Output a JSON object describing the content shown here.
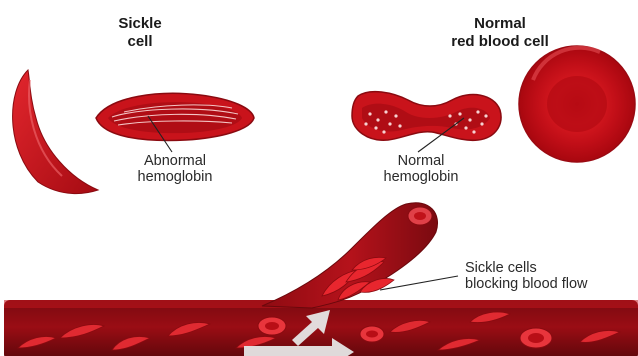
{
  "sickle_title": [
    "Sickle",
    "cell"
  ],
  "normal_title": [
    "Normal",
    "red blood cell"
  ],
  "abnormal_label": [
    "Abnormal",
    "hemoglobin"
  ],
  "normal_label": [
    "Normal",
    "hemoglobin"
  ],
  "blocking_label": [
    "Sickle cells",
    "blocking blood flow"
  ],
  "colors": {
    "blood_red": "#c8101a",
    "dark_red": "#7a0a10",
    "light_red": "#e8454a",
    "arrow": "#e6e6e6"
  }
}
